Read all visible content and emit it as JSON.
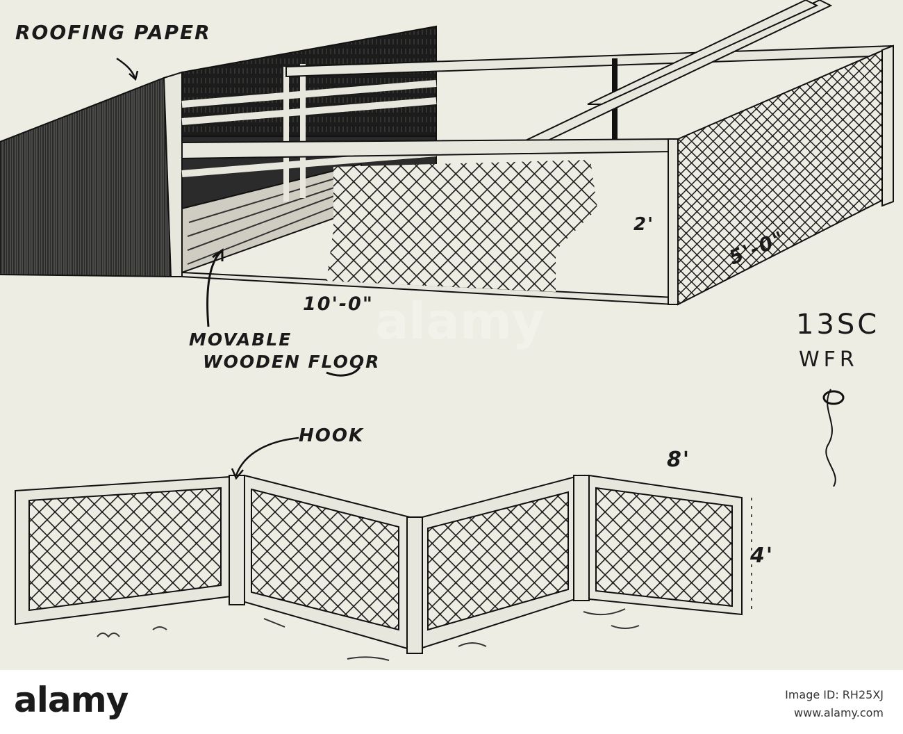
{
  "labels": {
    "roofing_paper": "ROOFING PAPER",
    "movable_floor_line1": "MOVABLE",
    "movable_floor_line2": "WOODEN FLOOR",
    "length": "10'-0\"",
    "width": "5'-0\"",
    "height": "2'",
    "code_line1": "13SC",
    "code_line2": "WFR",
    "hook": "HOOK",
    "panel_width": "8'",
    "panel_height": "4'"
  },
  "watermark": "alamy",
  "footer": {
    "brand": "alamy",
    "image_id": "Image ID: RH25XJ",
    "site": "www.alamy.com"
  }
}
